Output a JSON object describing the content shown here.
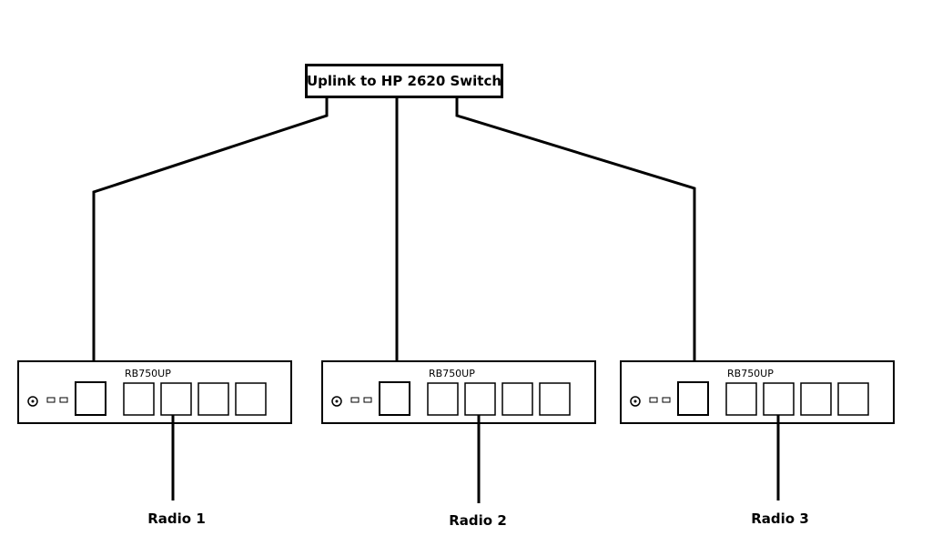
{
  "uplink": {
    "label": "Uplink to HP 2620 Switch"
  },
  "routers": [
    {
      "model": "RB750UP",
      "radio_label": "Radio 1"
    },
    {
      "model": "RB750UP",
      "radio_label": "Radio 2"
    },
    {
      "model": "RB750UP",
      "radio_label": "Radio 3"
    }
  ],
  "colors": {
    "line": "#000000",
    "background": "#ffffff"
  }
}
